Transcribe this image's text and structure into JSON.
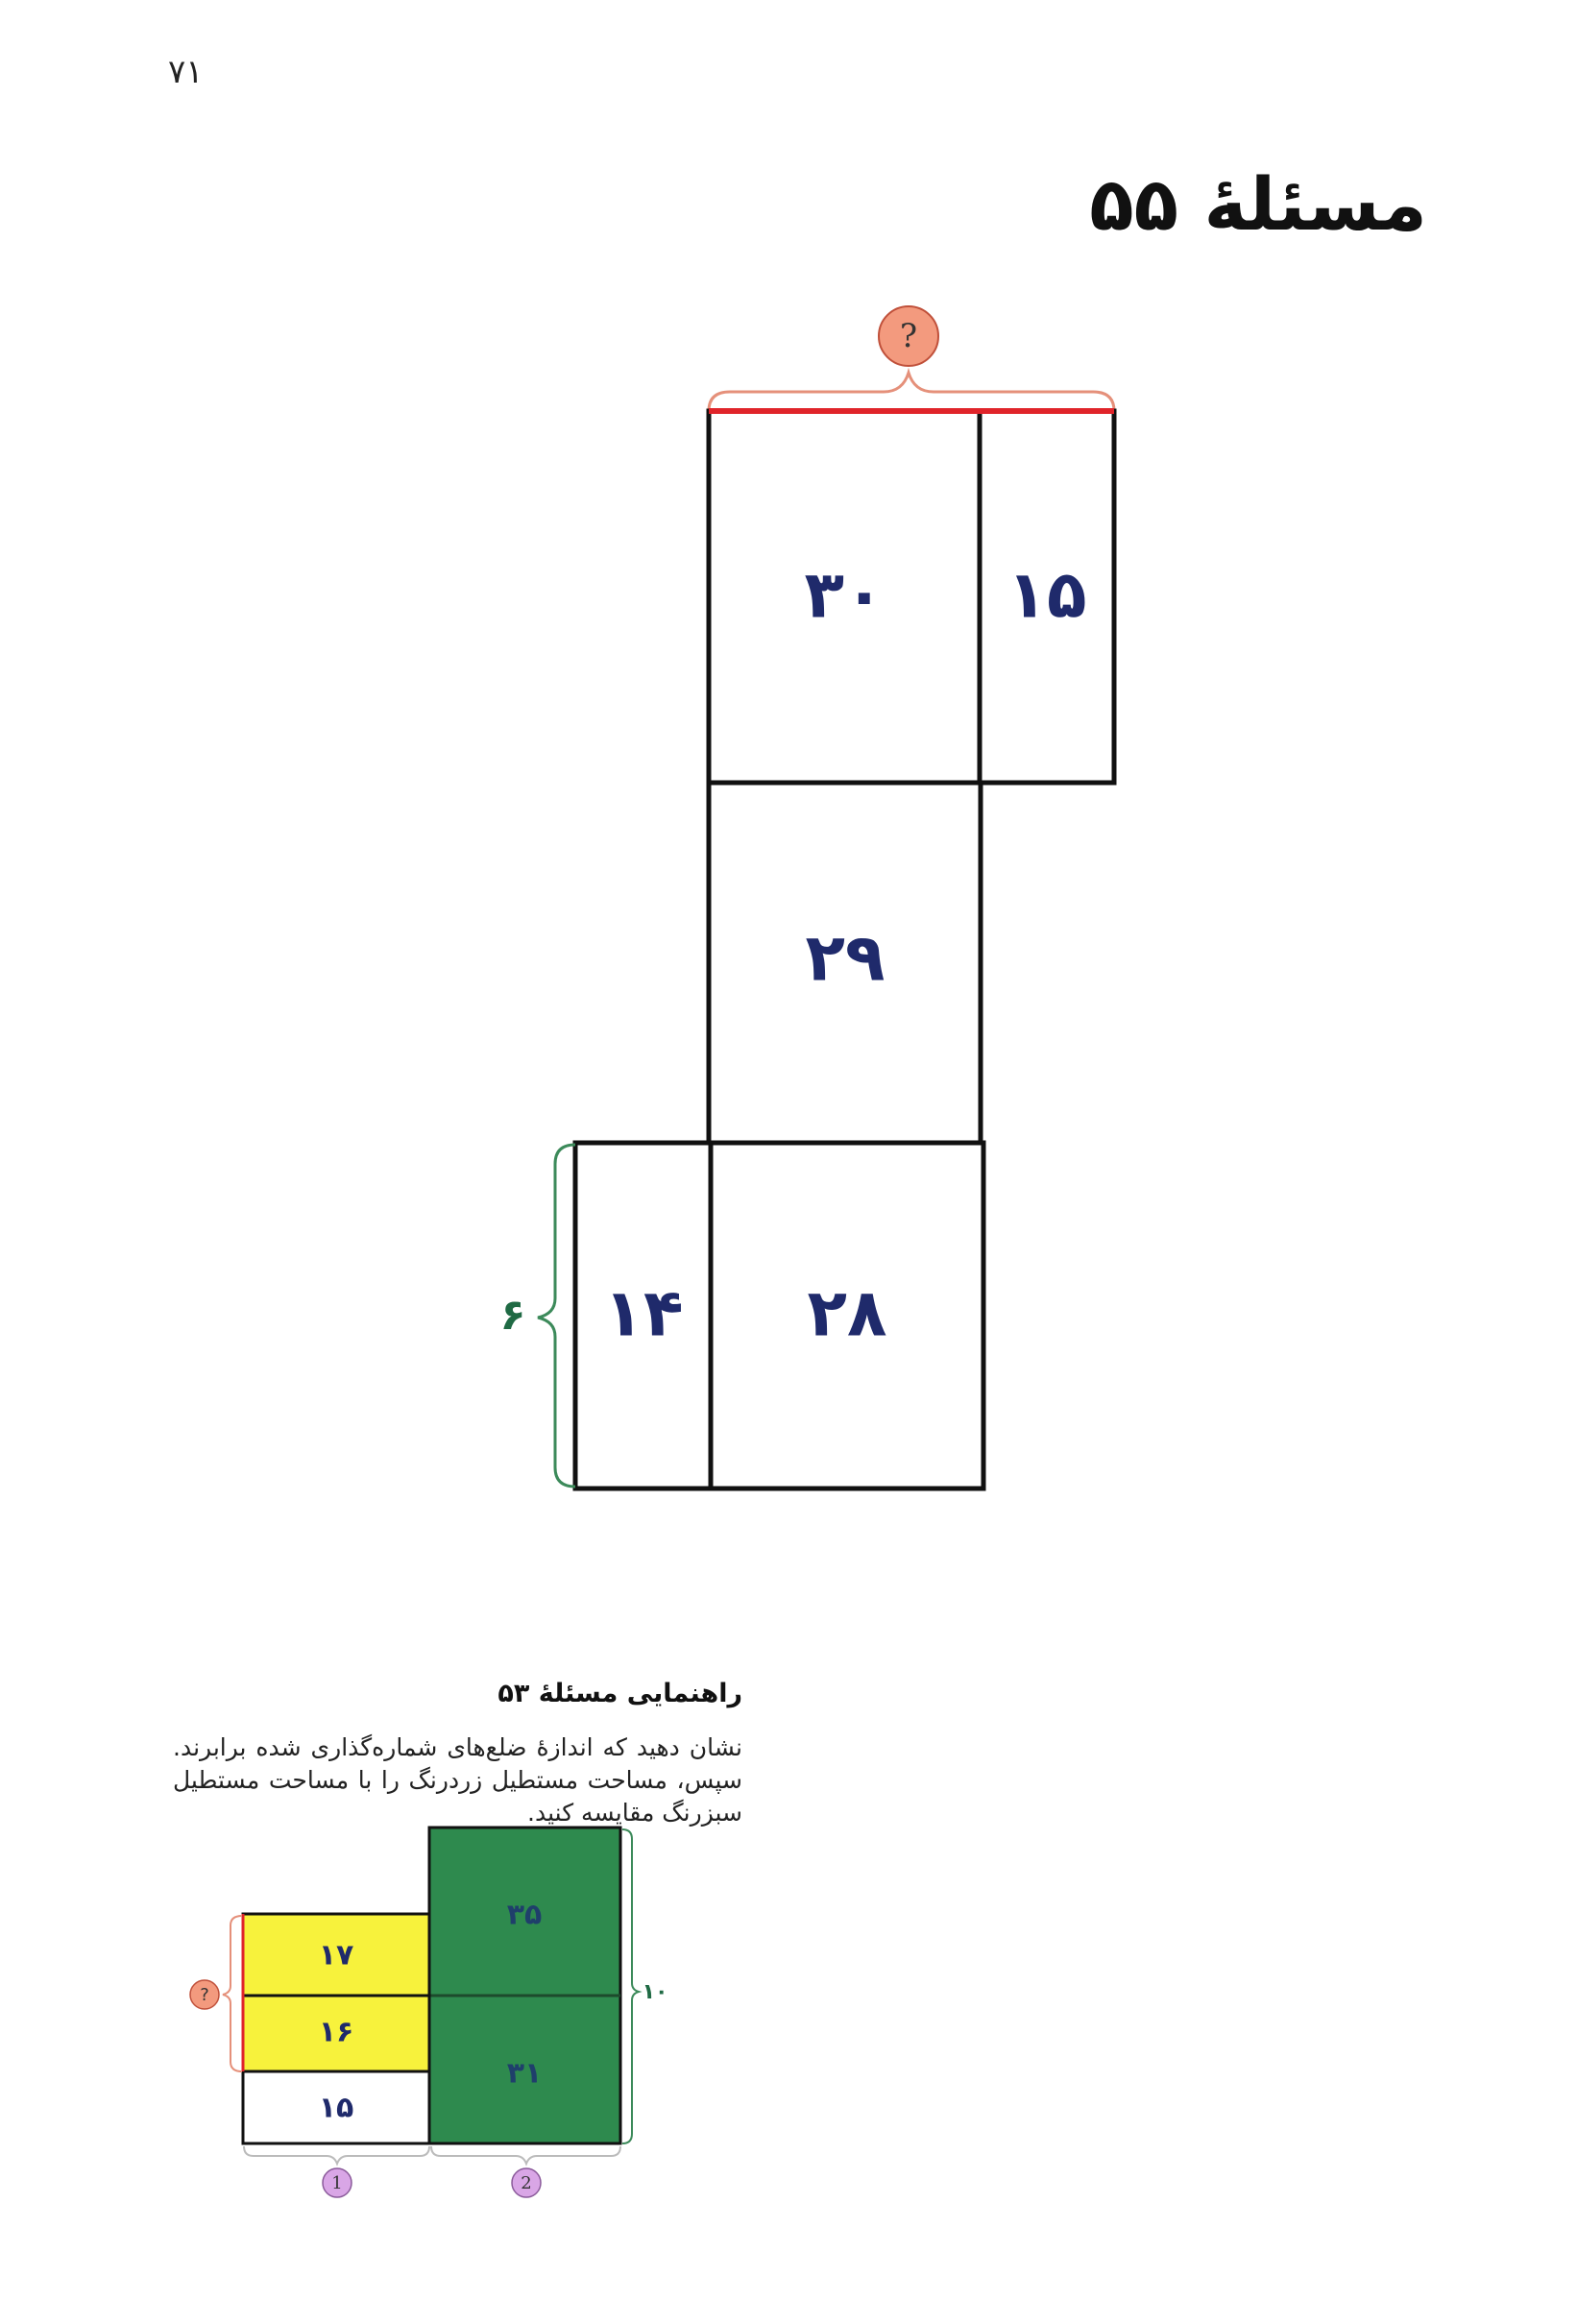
{
  "page_number": "۷۱",
  "title": "مسئلهٔ ۵۵",
  "main_figure": {
    "question_label": "?",
    "side_label": "۶",
    "cells": {
      "top_left": "۳۰",
      "top_right": "۱۵",
      "middle": "۲۹",
      "bottom_left": "۱۴",
      "bottom_right": "۲۸"
    }
  },
  "hint": {
    "title": "راهنمایی مسئلهٔ ۵۳",
    "text": "نشان دهید که اندازهٔ ضلع‌های شماره‌گذاری شده برابرند.   سپس، مساحت مستطیل زردرنگ را با مساحت مستطیل سبزرنگ مقایسه کنید.",
    "figure": {
      "question_label": "?",
      "side_label": "۱۰",
      "yellow_top": "۱۷",
      "yellow_bottom": "۱۶",
      "white": "۱۵",
      "green_top": "۳۵",
      "green_bottom": "۳۱",
      "marker_1": "1",
      "marker_2": "2"
    }
  },
  "colors": {
    "red": "#e0242a",
    "yellow": "#f7f23c",
    "green": "#2e8a4e",
    "circle_orange": "#f39a7e",
    "circle_purple": "#d9a6e6",
    "navy": "#1f2a6b",
    "brace_green": "#3c8a5a"
  }
}
